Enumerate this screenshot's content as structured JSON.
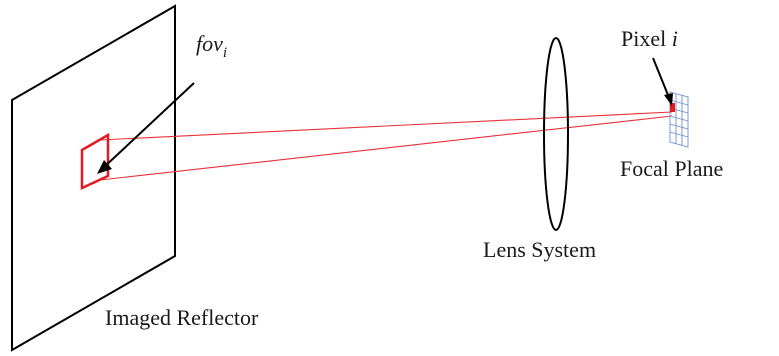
{
  "labels": {
    "fov": "fov",
    "fov_subscript": "i",
    "pixel": "Pixel",
    "pixel_index": "i",
    "focal_plane": "Focal Plane",
    "lens_system": "Lens System",
    "imaged_reflector": "Imaged Reflector"
  },
  "colors": {
    "outline": "#000000",
    "ray": "#e8323a",
    "fov_box": "#e21b23",
    "pixel_grid": "#6d8fd0",
    "pixel_fill": "#e21b23"
  }
}
